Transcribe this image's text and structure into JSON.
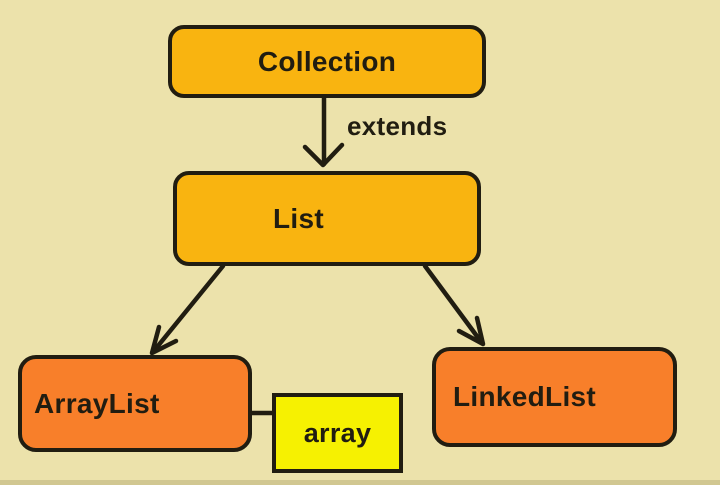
{
  "diagram": {
    "nodes": [
      {
        "id": "collection",
        "label": "Collection",
        "fill": "golden"
      },
      {
        "id": "list",
        "label": "List",
        "fill": "golden"
      },
      {
        "id": "arraylist",
        "label": "ArrayList",
        "fill": "orange"
      },
      {
        "id": "linkedlist",
        "label": "LinkedList",
        "fill": "orange"
      },
      {
        "id": "array",
        "label": "array",
        "fill": "yellow"
      }
    ],
    "edges": [
      {
        "from": "collection",
        "to": "list",
        "label": "extends",
        "style": "open-v-arrow"
      },
      {
        "from": "list",
        "to": "arraylist",
        "label": "",
        "style": "open-v-arrow"
      },
      {
        "from": "list",
        "to": "linkedlist",
        "label": "",
        "style": "open-v-arrow"
      },
      {
        "from": "arraylist",
        "to": "array",
        "label": "",
        "style": "plain-line"
      }
    ]
  },
  "colors": {
    "background": "#ece2ab",
    "node-golden": "#f9b410",
    "node-orange": "#f87f2a",
    "node-yellow": "#f6f101",
    "stroke": "#211d11"
  }
}
